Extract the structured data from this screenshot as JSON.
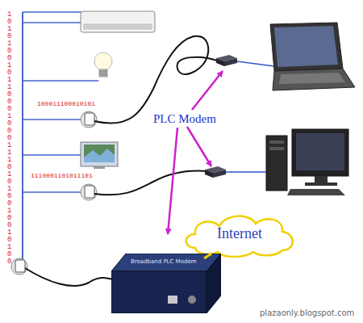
{
  "diagram": {
    "nodes": [
      {
        "text": [
          "Internet"
        ]
      },
      {
        "text": [
          "Broadband PLC Modem"
        ]
      }
    ],
    "edges": [
      {
        "from": 1,
        "to": 0,
        "arrow": "none"
      }
    ],
    "labels": [
      "10101001011000100011101010010010100",
      "100011100010101",
      "1110001101011101",
      "PLC Modem",
      "plazaonly.blogspot.com"
    ]
  }
}
